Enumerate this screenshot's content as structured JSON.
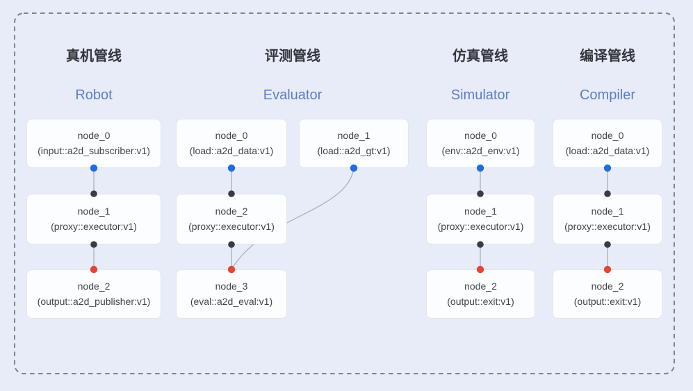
{
  "colors": {
    "background": "#e8ecf8",
    "frame_border": "#7d828b",
    "node_background": "#fcfdfe",
    "node_border": "#e2e5eb",
    "node_text": "#3f444b",
    "pipeline_title": "#33363c",
    "pipeline_subtitle": "#5b7dc8",
    "edge": "#a6b0c3",
    "port_source": "#1d6ce0",
    "port_internal": "#3a3d40",
    "port_sink": "#e74433"
  },
  "pipelines": [
    {
      "title_zh": "真机管线",
      "title_en": "Robot",
      "nodes": [
        {
          "name": "node_0",
          "type": "(input::a2d_subscriber:v1)"
        },
        {
          "name": "node_1",
          "type": "(proxy::executor:v1)"
        },
        {
          "name": "node_2",
          "type": "(output::a2d_publisher:v1)"
        }
      ]
    },
    {
      "title_zh": "评测管线",
      "title_en": "Evaluator",
      "nodes": [
        {
          "name": "node_0",
          "type": "(load::a2d_data:v1)"
        },
        {
          "name": "node_1",
          "type": "(load::a2d_gt:v1)"
        },
        {
          "name": "node_2",
          "type": "(proxy::executor:v1)"
        },
        {
          "name": "node_3",
          "type": "(eval::a2d_eval:v1)"
        }
      ]
    },
    {
      "title_zh": "仿真管线",
      "title_en": "Simulator",
      "nodes": [
        {
          "name": "node_0",
          "type": "(env::a2d_env:v1)"
        },
        {
          "name": "node_1",
          "type": "(proxy::executor:v1)"
        },
        {
          "name": "node_2",
          "type": "(output::exit:v1)"
        }
      ]
    },
    {
      "title_zh": "编译管线",
      "title_en": "Compiler",
      "nodes": [
        {
          "name": "node_0",
          "type": "(load::a2d_data:v1)"
        },
        {
          "name": "node_1",
          "type": "(proxy::executor:v1)"
        },
        {
          "name": "node_2",
          "type": "(output::exit:v1)"
        }
      ]
    }
  ]
}
